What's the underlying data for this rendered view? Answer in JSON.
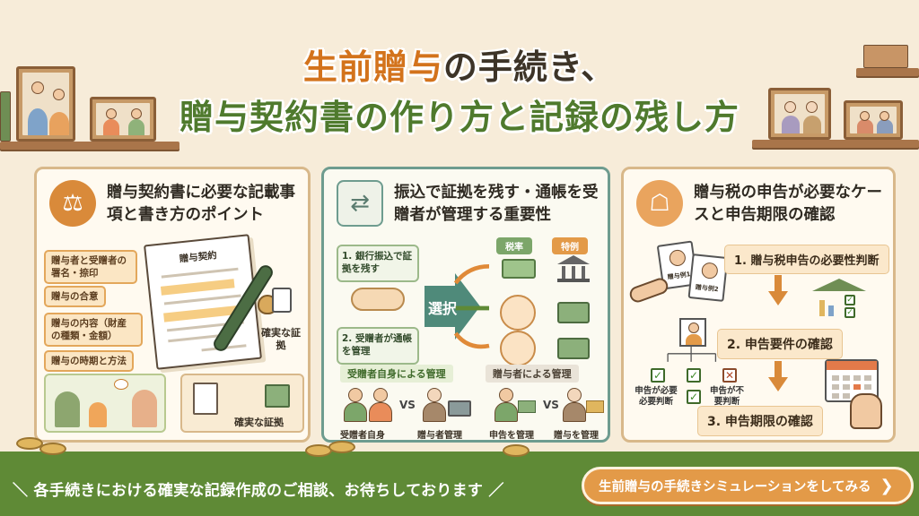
{
  "title": {
    "line1_a": "生前贈与",
    "line1_b": "の手続き、",
    "line2": "贈与契約書の作り方と記録の残し方"
  },
  "card1": {
    "title": "贈与契約書に必要な記載事項と書き方のポイント",
    "tags": [
      "贈与者と受贈者の署名・捺印",
      "贈与の合意",
      "贈与の内容（財産の種類・金額）",
      "贈与の時期と方法"
    ],
    "document_title": "贈与契約",
    "proof_label": "確実な証拠",
    "proof_label_2": "確実な証拠"
  },
  "card2": {
    "title": "振込で証拠を残す・通帳を受贈者が管理する重要性",
    "step1": "1. 銀行振込で証拠を残す",
    "step2": "2. 受贈者が通帳を管理",
    "choice": "選択",
    "pill_a": "税率",
    "pill_b": "特例",
    "left_section": "受贈者自身による管理",
    "right_section": "贈与者による管理",
    "vs": "VS",
    "labels": [
      "受贈者自身",
      "贈与者管理",
      "申告を管理",
      "贈与を管理"
    ]
  },
  "card3": {
    "title": "贈与税の申告が必要なケースと申告期限の確認",
    "flow": [
      "1. 贈与税申告の必要性判断",
      "2. 申告要件の確認",
      "3. 申告期限の確認"
    ],
    "card_a": "贈与例1",
    "card_b": "贈与例2",
    "need": "申告が必要必要判断",
    "noneed": "申告が不要判断"
  },
  "banner": {
    "text": "＼ 各手続きにおける確実な記録作成のご相談、お待ちしております ／",
    "cta": "生前贈与の手続きシミュレーションをしてみる",
    "cta_icon": "chevron-right-icon"
  },
  "colors": {
    "background": "#f7ecd9",
    "accent_orange": "#d3731c",
    "accent_green": "#5f8a36",
    "card_border": "#d8b88a",
    "cta": "#e39a48"
  }
}
